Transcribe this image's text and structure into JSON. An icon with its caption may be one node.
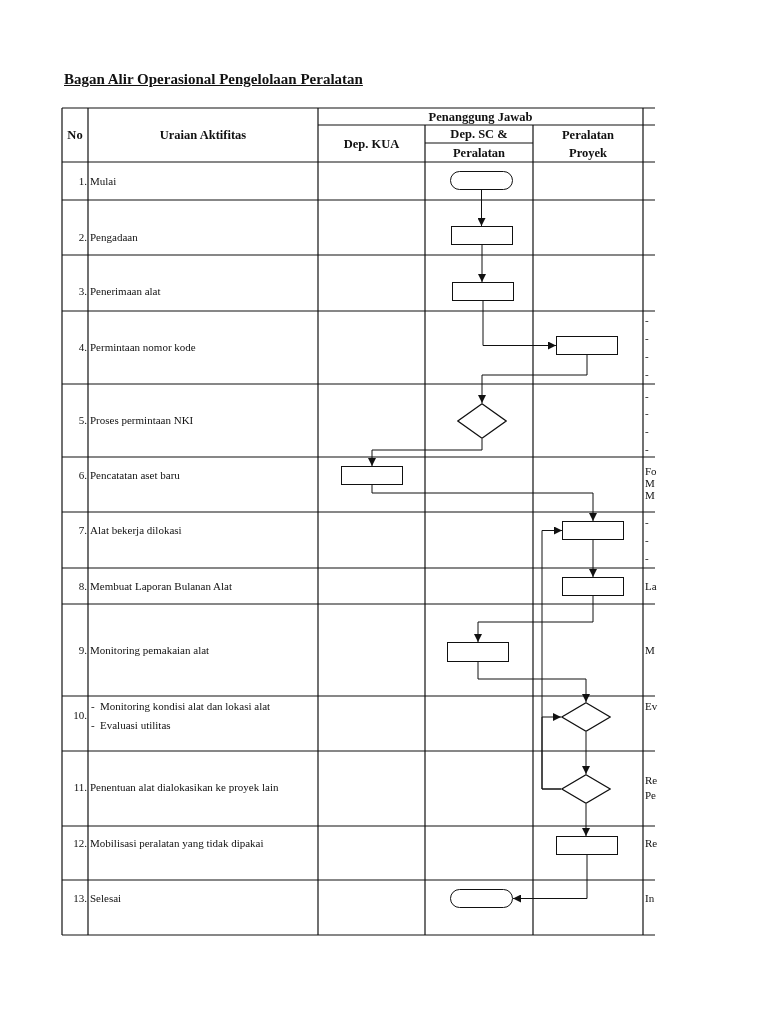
{
  "diagram": {
    "title": "Bagan Alir Operasional Pengelolaan Peralatan",
    "nodes": [
      {
        "text": [],
        "shape": "pill"
      },
      {
        "text": [],
        "shape": "box"
      },
      {
        "text": [],
        "shape": "box"
      },
      {
        "text": [],
        "shape": "box"
      },
      {
        "text": [],
        "shape": "diamond"
      },
      {
        "text": [],
        "shape": "box"
      },
      {
        "text": [],
        "shape": "box"
      },
      {
        "text": [],
        "shape": "box"
      },
      {
        "text": [],
        "shape": "box"
      },
      {
        "text": [],
        "shape": "diamond"
      },
      {
        "text": [],
        "shape": "diamond"
      },
      {
        "text": [],
        "shape": "box"
      },
      {
        "text": [],
        "shape": "pill"
      }
    ],
    "edges": [
      {
        "from": 0,
        "to": 1,
        "arrow": "to"
      },
      {
        "from": 1,
        "to": 2,
        "arrow": "to"
      },
      {
        "from": 2,
        "to": 3,
        "arrow": "to"
      },
      {
        "from": 3,
        "to": 4,
        "arrow": "to"
      },
      {
        "from": 4,
        "to": 5,
        "arrow": "to"
      },
      {
        "from": 5,
        "to": 6,
        "arrow": "to"
      },
      {
        "from": 6,
        "to": 7,
        "arrow": "to"
      },
      {
        "from": 7,
        "to": 8,
        "arrow": "to"
      },
      {
        "from": 8,
        "to": 9,
        "arrow": "to"
      },
      {
        "from": 9,
        "to": 10,
        "arrow": "to"
      },
      {
        "from": 10,
        "to": 9,
        "arrow": "to"
      },
      {
        "from": 10,
        "to": 6,
        "arrow": "to"
      },
      {
        "from": 10,
        "to": 11,
        "arrow": "to"
      },
      {
        "from": 11,
        "to": 12,
        "arrow": "to"
      }
    ],
    "labels": [
      "No",
      "Uraian Aktifitas",
      "Penanggung Jawab",
      "Dep. KUA",
      "Dep. SC &",
      "Peralatan",
      "Peralatan Proyek",
      "1.",
      "Mulai",
      "2.",
      "Pengadaan",
      "3.",
      "Penerimaan alat",
      "4.",
      "Permintaan nomor kode",
      "-",
      "-",
      "-",
      "-",
      "5.",
      "Proses permintaan NKI",
      "-",
      "-",
      "-",
      "-",
      "6.",
      "Pencatatan aset baru",
      "Fo",
      "M",
      "M",
      "7.",
      "Alat bekerja dilokasi",
      "-",
      "-",
      "-",
      "8.",
      "Membuat Laporan Bulanan Alat",
      "La",
      "9.",
      "Monitoring pemakaian alat",
      "M",
      "10.",
      "-",
      "Monitoring kondisi alat dan lokasi alat",
      "Ev",
      "-",
      "Evaluasi utilitas",
      "11.",
      "Penentuan alat dialokasikan ke proyek lain",
      "Re",
      "Pe",
      "12.",
      "Mobilisasi peralatan yang tidak dipakai",
      "Re",
      "13.",
      "Selesai",
      "In"
    ]
  }
}
